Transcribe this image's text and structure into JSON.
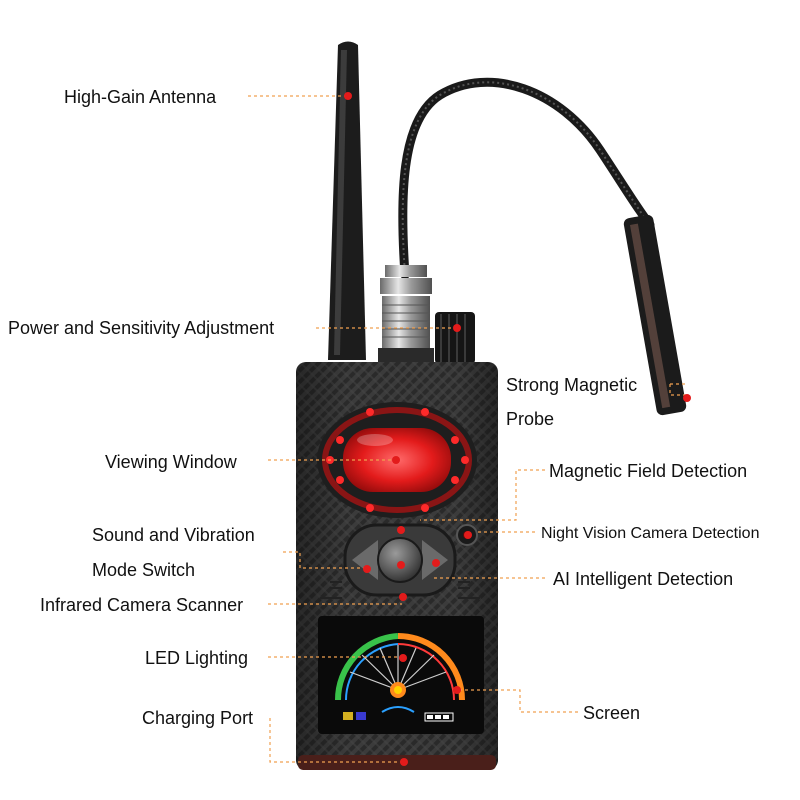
{
  "callouts": {
    "high_gain_antenna": "High-Gain Antenna",
    "power_sensitivity": "Power and Sensitivity Adjustment",
    "strong_magnetic_probe_line1": "Strong Magnetic",
    "strong_magnetic_probe_line2": "Probe",
    "viewing_window": "Viewing Window",
    "magnetic_field_detection": "Magnetic Field Detection",
    "sound_vibration_line1": "Sound and Vibration",
    "sound_vibration_line2": "Mode Switch",
    "night_vision_detection": "Night Vision Camera Detection",
    "ai_detection": "AI Intelligent Detection",
    "infrared_scanner": "Infrared Camera Scanner",
    "led_lighting": "LED Lighting",
    "screen": "Screen",
    "charging_port": "Charging Port"
  },
  "colors": {
    "accent_red": "#e31b1b",
    "leader_line": "#f0a050",
    "device_body": "#2a2a2a",
    "screen_green": "#39c24a",
    "screen_orange": "#ff8a1c"
  }
}
